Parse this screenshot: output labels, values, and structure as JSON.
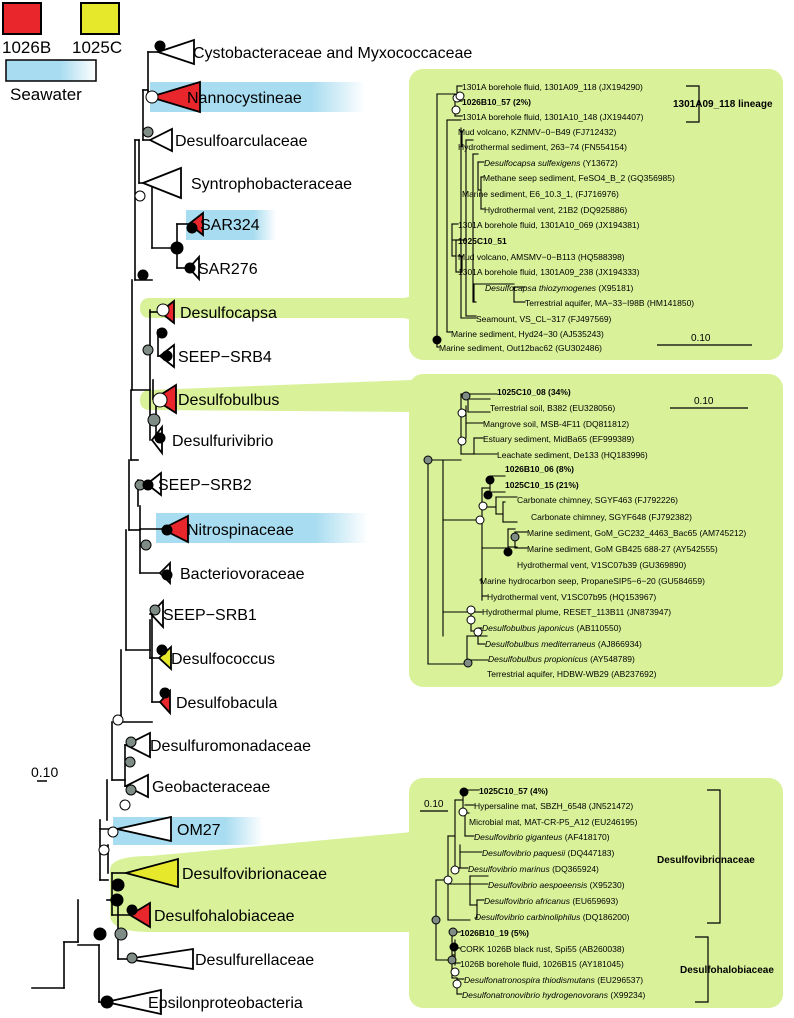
{
  "legend": {
    "items": [
      {
        "label": "1026B",
        "color": "#e8262c"
      },
      {
        "label": "1025C",
        "color": "#e6e82c"
      },
      {
        "label": "Seawater",
        "color": "#a8dcf0"
      }
    ]
  },
  "colors": {
    "panel": "#d9f29a",
    "red": "#e8262c",
    "yellow": "#e6e82c",
    "sea": "#a8dcf0",
    "node_gray": "#7f8c86",
    "node_black": "#000000",
    "node_white": "#ffffff"
  },
  "main_tree": {
    "scale_label": "0.10",
    "clades": [
      "Cystobacteraceae and Myxococcaceae",
      "Nannocystineae",
      "Desulfoarculaceae",
      "Syntrophobacteraceae",
      "SAR324",
      "SAR276",
      "Desulfocapsa",
      "SEEP−SRB4",
      "Desulfobulbus",
      "Desulfurivibrio",
      "SEEP−SRB2",
      "Nitrospinaceae",
      "Bacteriovoraceae",
      "SEEP−SRB1",
      "Desulfococcus",
      "Desulfobacula",
      "Desulfuromonadaceae",
      "Geobacteraceae",
      "OM27",
      "Desulfovibrionaceae",
      "Desulfohalobiaceae",
      "Desulfurellaceae",
      "Epsilonproteobacteria"
    ]
  },
  "panel1": {
    "scale_label": "0.10",
    "bracket_label": "1301A09_118 lineage",
    "leaves": [
      {
        "text": "1301A borehole fluid, 1301A09_118 (JX194290)",
        "style": "n"
      },
      {
        "text": "1026B10_57 (2%)",
        "style": "b"
      },
      {
        "text": "1301A borehole fluid, 1301A10_148 (JX194407)",
        "style": "n"
      },
      {
        "text": "Mud volcano, KZNMV−0−B49 (FJ712432)",
        "style": "n"
      },
      {
        "text": "Hydrothermal sediment, 263−74 (FN554154)",
        "style": "n"
      },
      {
        "text": "Desulfocapsa sulfexigens",
        "acc": " (Y13672)",
        "style": "i"
      },
      {
        "text": "Methane seep sediment, FeSO4_B_2 (GQ356985)",
        "style": "n"
      },
      {
        "text": "Marine sediment, E6_10.3_1, (FJ716976)",
        "style": "n"
      },
      {
        "text": "Hydrothermal vent, 21B2 (DQ925886)",
        "style": "n"
      },
      {
        "text": "1301A borehole fluid, 1301A10_069 (JX194381)",
        "style": "n"
      },
      {
        "text": "1025C10_51",
        "style": "b"
      },
      {
        "text": "Mud volcano, AMSMV−0−B113 (HQ588398)",
        "style": "n"
      },
      {
        "text": "1301A borehole fluid, 1301A09_238 (JX194333)",
        "style": "n"
      },
      {
        "text": "Desulfocapsa thiozymogenes",
        "acc": " (X95181)",
        "style": "i"
      },
      {
        "text": "Terrestrial aquifer, MA−33−I98B (HM141850)",
        "style": "n"
      },
      {
        "text": "Seamount, VS_CL−317 (FJ497569)",
        "style": "n"
      },
      {
        "text": "Marine sediment, Hyd24−30 (AJ535243)",
        "style": "n"
      },
      {
        "text": "Marine sediment, Out12bac62 (GU302486)",
        "style": "n"
      }
    ]
  },
  "panel2": {
    "scale_label": "0.10",
    "leaves": [
      {
        "text": "1025C10_08 (34%)",
        "style": "b"
      },
      {
        "text": "Terrestrial soil, B382 (EU328056)",
        "style": "n"
      },
      {
        "text": "Mangrove soil, MSB-4F11 (DQ811812)",
        "style": "n"
      },
      {
        "text": "Estuary sediment, MidBa65 (EF999389)",
        "style": "n"
      },
      {
        "text": "Leachate sediment, De133 (HQ183996)",
        "style": "n"
      },
      {
        "text": "1026B10_06 (8%)",
        "style": "b"
      },
      {
        "text": "1025C10_15 (21%)",
        "style": "b"
      },
      {
        "text": "Carbonate chimney, SGYF463 (FJ792226)",
        "style": "n"
      },
      {
        "text": "Carbonate chimney, SGYF648 (FJ792382)",
        "style": "n"
      },
      {
        "text": "Marine sediment, GoM_GC232_4463_Bac65 (AM745212)",
        "style": "n"
      },
      {
        "text": "Marine sediment, GoM GB425 688-27 (AY542555)",
        "style": "n"
      },
      {
        "text": "Hydrothermal vent, V1SC07b39 (GU369890)",
        "style": "n"
      },
      {
        "text": "Marine hydrocarbon seep, PropaneSIP5−6−20 (GU584659)",
        "style": "n"
      },
      {
        "text": "Hydrothermal vent, V1SC07b95 (HQ153967)",
        "style": "n"
      },
      {
        "text": "Hydrothermal plume, RESET_113B11 (JN873947)",
        "style": "n"
      },
      {
        "text": "Desulfobulbus japonicus",
        "acc": " (AB110550)",
        "style": "i"
      },
      {
        "text": "Desulfobulbus mediterraneus",
        "acc": " (AJ866934)",
        "style": "i"
      },
      {
        "text": "Desulfobulbus propionicus",
        "acc": " (AY548789)",
        "style": "i"
      },
      {
        "text": "Terrestrial aquifer, HDBW-WB29 (AB237692)",
        "style": "n"
      }
    ]
  },
  "panel3": {
    "scale_label": "0.10",
    "bracket_labels": [
      "Desulfovibrionaceae",
      "Desulfohalobiaceae"
    ],
    "leaves": [
      {
        "text": "1025C10_57 (4%)",
        "style": "b"
      },
      {
        "text": "Hypersaline mat, SBZH_6548 (JN521472)",
        "style": "n"
      },
      {
        "text": "Microbial mat, MAT-CR-P5_A12 (EU246195)",
        "style": "n"
      },
      {
        "text": "Desulfovibrio giganteus",
        "acc": " (AF418170)",
        "style": "i"
      },
      {
        "text": "Desulfovibrio paquesii",
        "acc": " (DQ447183)",
        "style": "i"
      },
      {
        "text": "Desulfovibrio marinus",
        "acc": " (DQ365924)",
        "style": "i"
      },
      {
        "text": "Desulfovibrio aespoeensis",
        "acc": " (X95230)",
        "style": "i"
      },
      {
        "text": "Desulfovibrio africanus",
        "acc": " (EU659693)",
        "style": "i"
      },
      {
        "text": "Desulfovibrio carbinoliphilus",
        "acc": " (DQ186200)",
        "style": "i"
      },
      {
        "text": "1026B10_19 (5%)",
        "style": "b"
      },
      {
        "text": "CORK 1026B black rust, Spi55 (AB260038)",
        "style": "n"
      },
      {
        "text": "1026B borehole fluid, 1026B15 (AY181045)",
        "style": "n"
      },
      {
        "text": "Desulfonatronospira thiodismutans",
        "acc": " (EU296537)",
        "style": "i"
      },
      {
        "text": "Desulfonatronovibrio hydrogenovorans",
        "acc": " (X99234)",
        "style": "i"
      }
    ]
  }
}
